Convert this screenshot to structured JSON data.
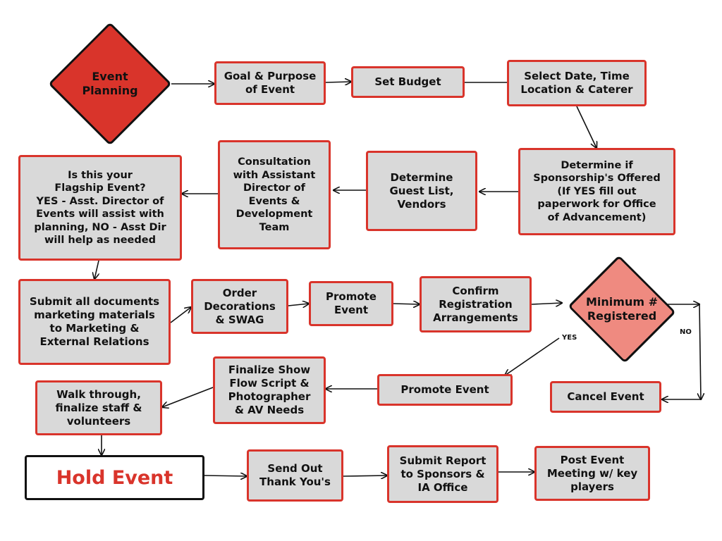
{
  "nodes": {
    "event_planning": "Event\nPlanning",
    "goal_purpose": "Goal & Purpose\nof Event",
    "set_budget": "Set Budget",
    "select_date": "Select Date, Time\nLocation & Caterer",
    "sponsorship": "Determine if\nSponsorship's Offered\n(If YES fill out\npaperwork for Office\nof Advancement)",
    "guest_list": "Determine\nGuest List,\nVendors",
    "consultation": "Consultation\nwith Assistant\nDirector of\nEvents &\nDevelopment\nTeam",
    "flagship": "Is this your\nFlagship Event?\nYES - Asst. Director of\nEvents will assist with\nplanning, NO - Asst Dir\nwill help as needed",
    "submit_docs": "Submit all documents\nmarketing materials\nto Marketing &\nExternal Relations",
    "order_decorations": "Order\nDecorations\n& SWAG",
    "promote_event_1": "Promote\nEvent",
    "confirm_registration": "Confirm\nRegistration\nArrangements",
    "minimum_registered": "Minimum #\nRegistered",
    "promote_event_2": "Promote Event",
    "cancel_event": "Cancel Event",
    "finalize_show": "Finalize Show\nFlow Script &\nPhotographer\n& AV Needs",
    "walk_through": "Walk through,\nfinalize staff &\nvolunteers",
    "hold_event": "Hold Event",
    "send_thanks": "Send Out\nThank You's",
    "submit_report": "Submit Report\nto Sponsors &\nIA Office",
    "post_event": "Post Event\nMeeting w/ key\nplayers"
  },
  "edge_labels": {
    "yes": "YES",
    "no": "NO"
  },
  "colors": {
    "box_fill": "#d9d9d9",
    "box_border": "#d9342b",
    "diamond_dark": "#d9342b",
    "diamond_light": "#ef8a80",
    "hold_text": "#d9342b"
  }
}
